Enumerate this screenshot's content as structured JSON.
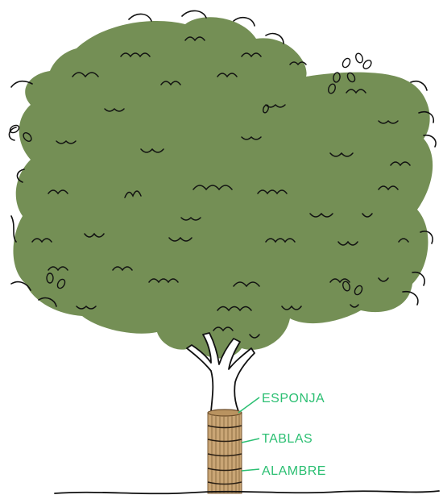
{
  "labels": {
    "esponja": "ESPONJA",
    "tablas": "TABLAS",
    "alambre": "ALAMBRE"
  },
  "colors": {
    "canopy": "#748f55",
    "outline": "#111111",
    "trunk_wrap": "#c9a575",
    "wire": "#2a1f14",
    "callout": "#2bbf72",
    "ground": "#111111"
  }
}
